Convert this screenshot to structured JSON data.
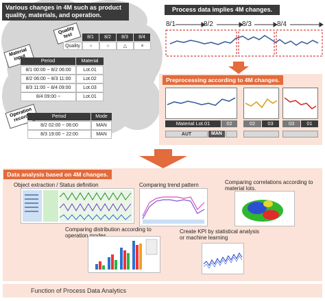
{
  "top_left": {
    "title": "Various changes in 4M such as product quality, materials, and operation.",
    "quality": {
      "tag": "Quality test",
      "headers": [
        "8/1",
        "8/2",
        "8/3",
        "8/4"
      ],
      "row_label": "Quality",
      "values": [
        "○",
        "○",
        "△",
        "×"
      ]
    },
    "material": {
      "tag": "Material input",
      "headers": [
        "Period",
        "Material"
      ],
      "rows": [
        [
          "8/1 00:00 ~ 8/2 06:00",
          "Lot.01"
        ],
        [
          "8/2 06:00 ~ 8/3 11:00",
          "Lot.02"
        ],
        [
          "8/3 11:00 ~ 8/4 09:00",
          "Lot.03"
        ],
        [
          "8/4 09:00 ~",
          "Lot.01"
        ]
      ]
    },
    "operation": {
      "tag": "Operation records",
      "headers": [
        "Period",
        "Mode"
      ],
      "rows": [
        [
          "8/2 02:00 ~ 06:00",
          "MAN"
        ],
        [
          "8/3 19:00 ~ 22:00",
          "MAN"
        ]
      ]
    }
  },
  "top_right": {
    "title": "Process data implies 4M changes.",
    "dates": [
      "8/1",
      "8/2",
      "8/3",
      "8/4"
    ]
  },
  "preprocess": {
    "title": "Preprocessing according to 4M changes.",
    "labels_1": [
      "Material Lot.01",
      "02"
    ],
    "labels_2": [
      "02",
      "03"
    ],
    "labels_3": [
      "03",
      "01"
    ],
    "mode_aut": "AUT",
    "mode_man": "MAN"
  },
  "analysis": {
    "title": "Data analysis based on 4M changes.",
    "captions": {
      "object_extraction": "Object extraction / Status definition",
      "trend": "Comparing trend pattern",
      "correlations": "Comparing correlations according to material lots.",
      "distribution": "Comparing distribution according to operation modes",
      "kpi": "Create KPI by statistical analysis or machine learning"
    }
  },
  "footer": "Function of  Process Data Analytics",
  "colors": {
    "accent": "#e36b3c",
    "dark": "#3a3a3a",
    "panel": "#fbe3d9",
    "cloud": "#d9d9d9"
  }
}
